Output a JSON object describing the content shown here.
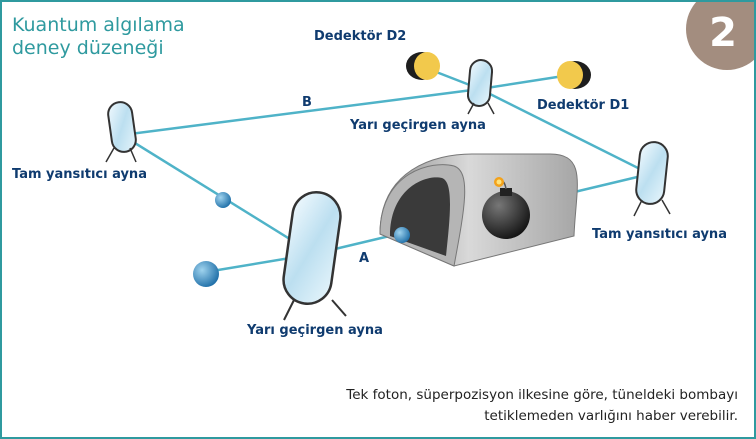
{
  "title": {
    "line1": "Kuantum algılama",
    "line2": "deney düzeneği"
  },
  "badge_number": "2",
  "labels": {
    "detector_d2": "Dedektör D2",
    "detector_d1": "Dedektör D1",
    "path_b": "B",
    "path_a": "A",
    "half_mirror_top": "Yarı geçirgen ayna",
    "half_mirror_bottom": "Yarı geçirgen ayna",
    "full_mirror_left": "Tam yansıtıcı ayna",
    "full_mirror_right": "Tam yansıtıcı ayna"
  },
  "caption": {
    "line1": "Tek foton, süperpozisyon ilkesine göre, tüneldeki bombayı",
    "line2": "tetiklemeden varlığını haber verebilir."
  },
  "colors": {
    "accent": "#2f9a9f",
    "beam": "#4fb3c8",
    "label": "#0f3b6f",
    "photon": "#2e7fb6",
    "detector": "#f2c94c",
    "badge": "#a38d7f"
  },
  "icons": [
    "photon-icon",
    "mirror-icon",
    "detector-icon",
    "bomb-icon",
    "tunnel-icon"
  ]
}
